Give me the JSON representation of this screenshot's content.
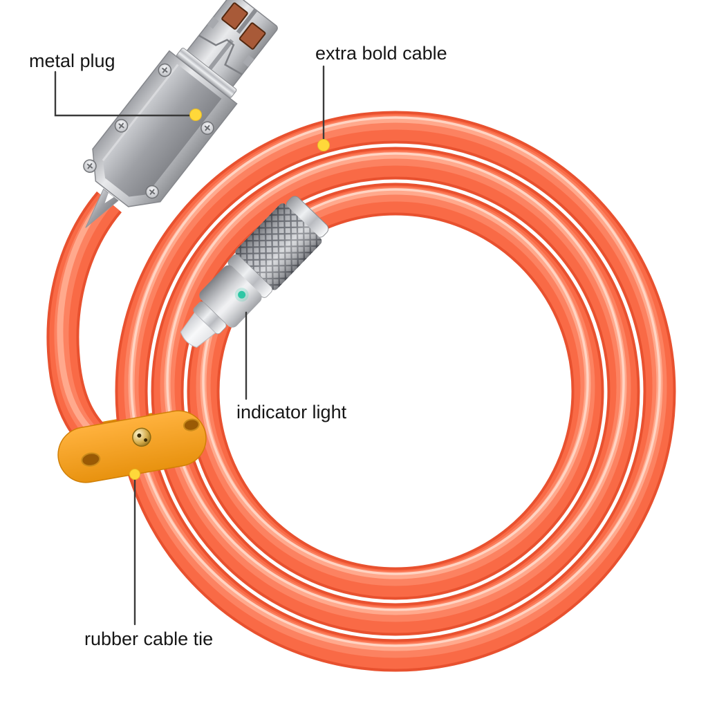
{
  "annotations": {
    "metal_plug": {
      "label": "metal plug",
      "marker": "yellow-dot"
    },
    "extra_bold_cable": {
      "label": "extra bold cable",
      "marker": "yellow-dot"
    },
    "indicator_light": {
      "label": "indicator light",
      "marker": "none"
    },
    "rubber_cable_tie": {
      "label": "rubber cable tie",
      "marker": "yellow-dot"
    }
  },
  "colors": {
    "cable_edge": "#e8512f",
    "cable_base": "#f96a46",
    "cable_mid": "#fc8261",
    "cable_light": "#ffa98d",
    "cable_sheen": "#ffd6c6",
    "tie_top": "#ffb23e",
    "tie_bottom": "#e8920f",
    "tie_edge": "#d07f06",
    "tie_hole": "#9a5a05",
    "stud_gold": "#d4ab4a",
    "marker_yellow": "#ffd83a",
    "indicator_teal": "#2fc7a5",
    "usb_contact": "#a85a38",
    "metal_light": "#e9eaec",
    "metal_dark": "#8f9195",
    "label_text": "#161616",
    "leader_line": "#3a3a3a",
    "background": "#ffffff"
  }
}
